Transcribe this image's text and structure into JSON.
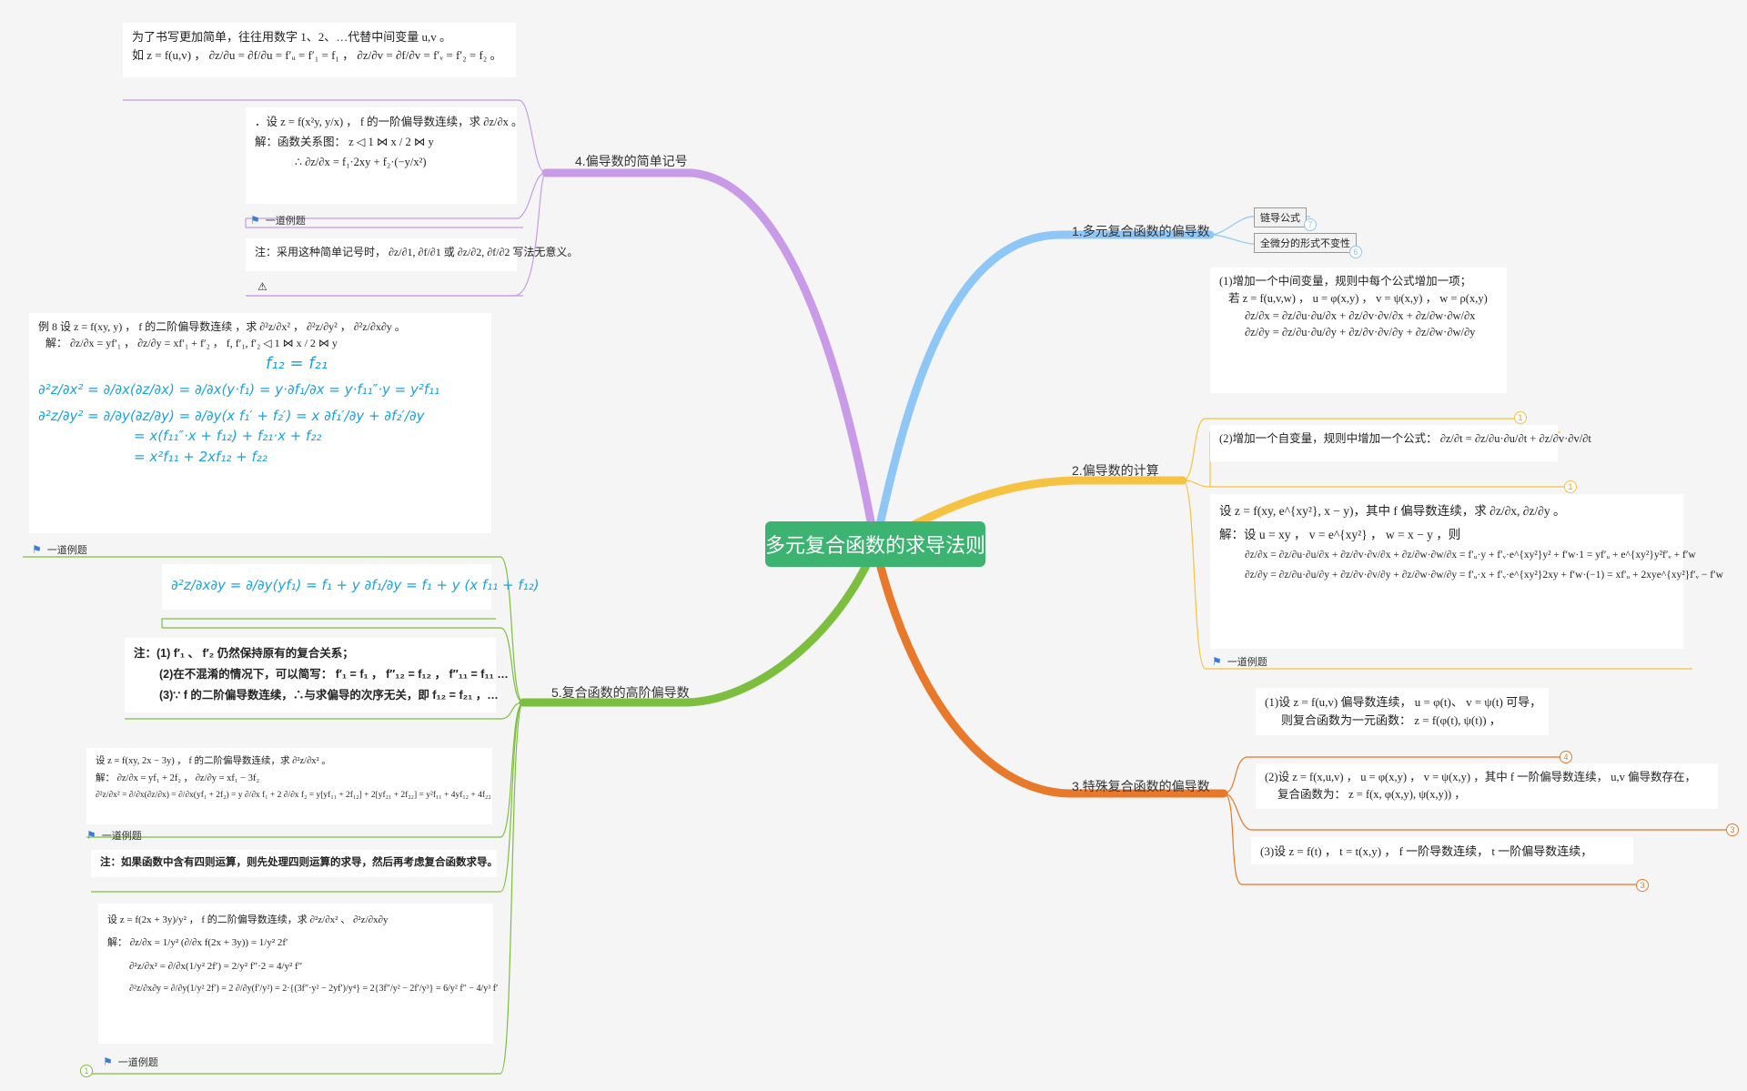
{
  "center": {
    "title": "多元复合函数的求导法则",
    "color": "#3cb371"
  },
  "branches": {
    "b1": {
      "label": "1.多元复合函数的偏导数",
      "color": "#8ec6f5"
    },
    "b2": {
      "label": "2.偏导数的计算",
      "color": "#f5c242"
    },
    "b3": {
      "label": "3.特殊复合函数的偏导数",
      "color": "#e8782a"
    },
    "b4": {
      "label": "4.偏导数的简单记号",
      "color": "#c89ae8"
    },
    "b5": {
      "label": "5.复合函数的高阶偏导数",
      "color": "#7cbf3e"
    }
  },
  "chips": {
    "chain": "链导公式",
    "invariance": "全微分的形式不变性"
  },
  "badges": {
    "b1a": "7",
    "b1b": "6",
    "b2a": "1",
    "b2b": "1",
    "b3a": "4",
    "b3b": "3",
    "b3c": "3",
    "b5a": "1"
  },
  "tags": {
    "example": "一道例题",
    "example_icon": "flag-icon"
  },
  "cards": {
    "c1": [
      "(1)增加一个中间变量，规则中每个公式增加一项；",
      "若 z = f(u,v,w) ， u = φ(x,y) ， v = ψ(x,y) ， w = ρ(x,y)",
      "∂z/∂x = ∂z/∂u·∂u/∂x + ∂z/∂v·∂v/∂x + ∂z/∂w·∂w/∂x",
      "∂z/∂y = ∂z/∂u·∂u/∂y + ∂z/∂v·∂v/∂y + ∂z/∂w·∂w/∂y"
    ],
    "c2": [
      "(2)增加一个自变量，规则中增加一个公式： ∂z/∂t = ∂z/∂u·∂u/∂t + ∂z/∂v·∂v/∂t"
    ],
    "c3": [
      "设 z = f(xy, e^{xy²}, x − y)，其中 f 偏导数连续，求 ∂z/∂x, ∂z/∂y 。",
      "解：设 u = xy ， v = e^{xy²} ， w = x − y ，则",
      "∂z/∂x = ∂z/∂u·∂u/∂x + ∂z/∂v·∂v/∂x + ∂z/∂w·∂w/∂x = f′ᵤ·y + f′ᵥ·e^{xy²}y² + f′w·1 = yf′ᵤ + e^{xy²}y²f′ᵥ + f′w",
      "∂z/∂y = ∂z/∂u·∂u/∂y + ∂z/∂v·∂v/∂y + ∂z/∂w·∂w/∂y = f′ᵤ·x + f′ᵥ·e^{xy²}2xy + f′w·(−1) = xf′ᵤ + 2xye^{xy²}f′ᵥ − f′w"
    ],
    "c4": [
      "(1)设 z = f(u,v) 偏导数连续， u = φ(t)、 v = ψ(t) 可导，",
      "则复合函数为一元函数： z = f(φ(t), ψ(t)) ，"
    ],
    "c5": [
      "(2)设 z = f(x,u,v) ， u = φ(x,y) ， v = ψ(x,y) ，其中 f 一阶偏导数连续， u,v 偏导数存在，",
      "复合函数为： z = f(x, φ(x,y), ψ(x,y)) ，"
    ],
    "c6": [
      "(3)设 z = f(t) ， t = t(x,y) ， f 一阶导数连续， t 一阶偏导数连续，"
    ],
    "c7": [
      "为了书写更加简单，往往用数字 1、2、…代替中间变量 u,v 。",
      "如 z = f(u,v) ， ∂z/∂u = ∂f/∂u = f′ᵤ = f′₁ = f₁ ， ∂z/∂v = ∂f/∂v = f′ᵥ = f′₂ = f₂ 。"
    ],
    "c8": [
      "．设 z = f(x²y, y/x) ， f 的一阶偏导数连续，求 ∂z/∂x 。",
      "解：函数关系图： z ◁ 1 ⋈ x / 2 ⋈ y",
      "∴  ∂z/∂x = f₁·2xy + f₂·(−y/x²)"
    ],
    "c9": [
      "注：采用这种简单记号时， ∂z/∂1, ∂f/∂1 或 ∂z/∂2, ∂f/∂2 写法无意义。"
    ],
    "c10": [
      "例 8 设 z = f(xy, y) ， f 的二阶偏导数连续 ，求 ∂²z/∂x² ， ∂²z/∂y² ， ∂²z/∂x∂y 。",
      "解： ∂z/∂x = yf′₁ ，  ∂z/∂y = xf′₁ + f′₂ ，     f, f′₁, f′₂ ◁ 1 ⋈ x / 2 ⋈ y"
    ],
    "c10hw": [
      "f₁₂ = f₂₁",
      "∂²z/∂x² = ∂/∂x(∂z/∂x) = ∂/∂x(y·f₁) = y·∂f₁/∂x = y·f₁₁″·y = y²f₁₁",
      "∂²z/∂y² = ∂/∂y(∂z/∂y) = ∂/∂y(x f₁′ + f₂′) = x ∂f₁′/∂y + ∂f₂′/∂y",
      "= x(f₁₁″·x + f₁₂) + f₂₁·x + f₂₂",
      "= x²f₁₁ + 2xf₁₂ + f₂₂"
    ],
    "c11hw": [
      "∂²z/∂x∂y = ∂/∂y(yf₁) = f₁ + y ∂f₁/∂y = f₁ + y (x f₁₁ + f₁₂)"
    ],
    "c12": [
      "注：(1) f′₁ 、 f′₂ 仍然保持原有的复合关系；",
      "(2)在不混淆的情况下，可以简写： f′₁ = f₁ ， f″₁₂ = f₁₂ ， f″₁₁ = f₁₁ …",
      "(3)∵ f 的二阶偏导数连续，∴与求偏导的次序无关，即 f₁₂ = f₂₁ ，…"
    ],
    "c13": [
      "设 z = f(xy, 2x − 3y) ， f 的二阶偏导数连续，求 ∂²z/∂x² 。",
      "解： ∂z/∂x = yf₁ + 2f₂ ，   ∂z/∂y = xf₁ − 3f₂",
      "∂²z/∂x² = ∂/∂x(∂z/∂x) = ∂/∂x(yf₁ + 2f₂) = y ∂/∂x f₁ + 2 ∂/∂x f₂ = y[yf₁₁ + 2f₁₂] + 2[yf₂₁ + 2f₂₂] = y²f₁₁ + 4yf₁₂ + 4f₂₂"
    ],
    "c14": [
      "注：如果函数中含有四则运算，则先处理四则运算的求导，然后再考虑复合函数求导。"
    ],
    "c15": [
      "设 z = f(2x + 3y)/y² ， f 的二阶偏导数连续，求 ∂²z/∂x² 、 ∂²z/∂x∂y",
      "解： ∂z/∂x = 1/y² (∂/∂x f(2x + 3y)) = 1/y² 2f′",
      "∂²z/∂x² = ∂/∂x(1/y² 2f′) = 2/y² f″·2 = 4/y² f″",
      "∂²z/∂x∂y = ∂/∂y(1/y² 2f′) = 2 ∂/∂y(f′/y²) = 2·{(3f″·y² − 2yf′)/y⁴} = 2{3f″/y² − 2f′/y³} = 6/y² f″ − 4/y³ f′"
    ]
  }
}
